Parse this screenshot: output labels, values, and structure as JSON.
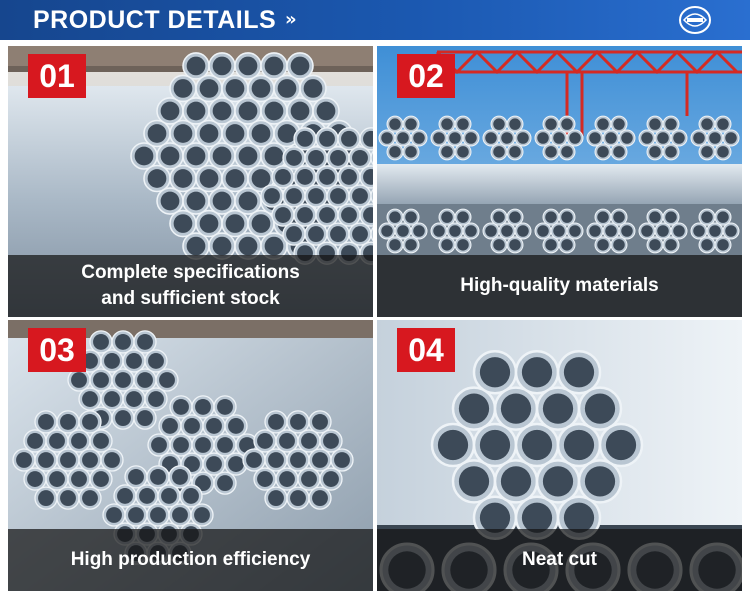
{
  "header": {
    "title": "PRODUCT DETAILS",
    "chevrons": "»",
    "logo_icon": "brand-logo-icon",
    "background": "#1b58b0"
  },
  "tiles": [
    {
      "number": "01",
      "caption_line1": "Complete specifications",
      "caption_line2": "and sufficient stock"
    },
    {
      "number": "02",
      "caption_line1": "High-quality materials",
      "caption_line2": ""
    },
    {
      "number": "03",
      "caption_line1": "High production efficiency",
      "caption_line2": ""
    },
    {
      "number": "04",
      "caption_line1": "Neat cut",
      "caption_line2": ""
    }
  ],
  "colors": {
    "badge": "#d7181f",
    "pipe": "#b9c6d2",
    "pipe_inner": "#3d4a58",
    "crane": "#d42a23"
  }
}
